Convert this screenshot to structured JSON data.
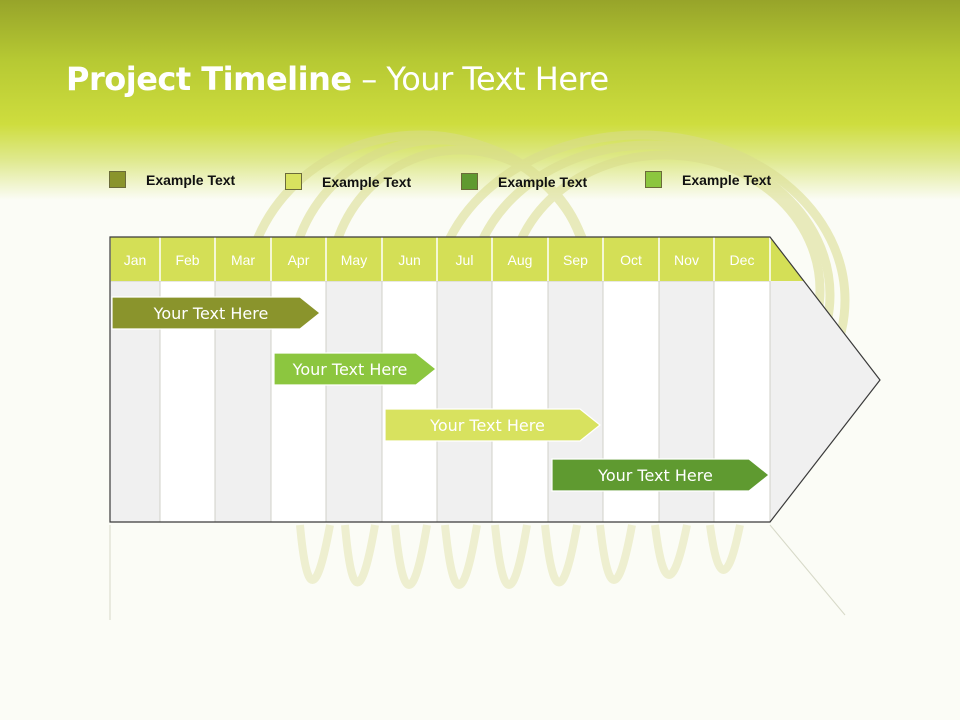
{
  "slide": {
    "title_bold": "Project Timeline",
    "title_rest": " – Your Text Here"
  },
  "legend": [
    {
      "label": "Example Text",
      "color": "#8a942c"
    },
    {
      "label": "Example Text",
      "color": "#d8e25f"
    },
    {
      "label": "Example Text",
      "color": "#5f9a30"
    },
    {
      "label": "Example Text",
      "color": "#8cc63f"
    }
  ],
  "months": [
    "Jan",
    "Feb",
    "Mar",
    "Apr",
    "May",
    "Jun",
    "Jul",
    "Aug",
    "Sep",
    "Oct",
    "Nov",
    "Dec"
  ],
  "tasks": [
    {
      "label": "Your  Text Here",
      "start_month": "Jan",
      "end_month": "Apr",
      "color": "#8a942c",
      "text_color": "#ffffff"
    },
    {
      "label": "Your  Text Here",
      "start_month": "Apr",
      "end_month": "Jun",
      "color": "#8cc63f",
      "text_color": "#ffffff"
    },
    {
      "label": "Your  Text Here",
      "start_month": "Jun",
      "end_month": "Sep",
      "color": "#d8e25f",
      "text_color": "#ffffff"
    },
    {
      "label": "Your  Text Here",
      "start_month": "Sep",
      "end_month": "Dec",
      "color": "#5f9a30",
      "text_color": "#1e1e12"
    }
  ],
  "colors": {
    "header_band": "#cedd3e",
    "month_row": "#d4df56",
    "column_shaded": "#f0f0f0",
    "column_plain": "#ffffff"
  }
}
